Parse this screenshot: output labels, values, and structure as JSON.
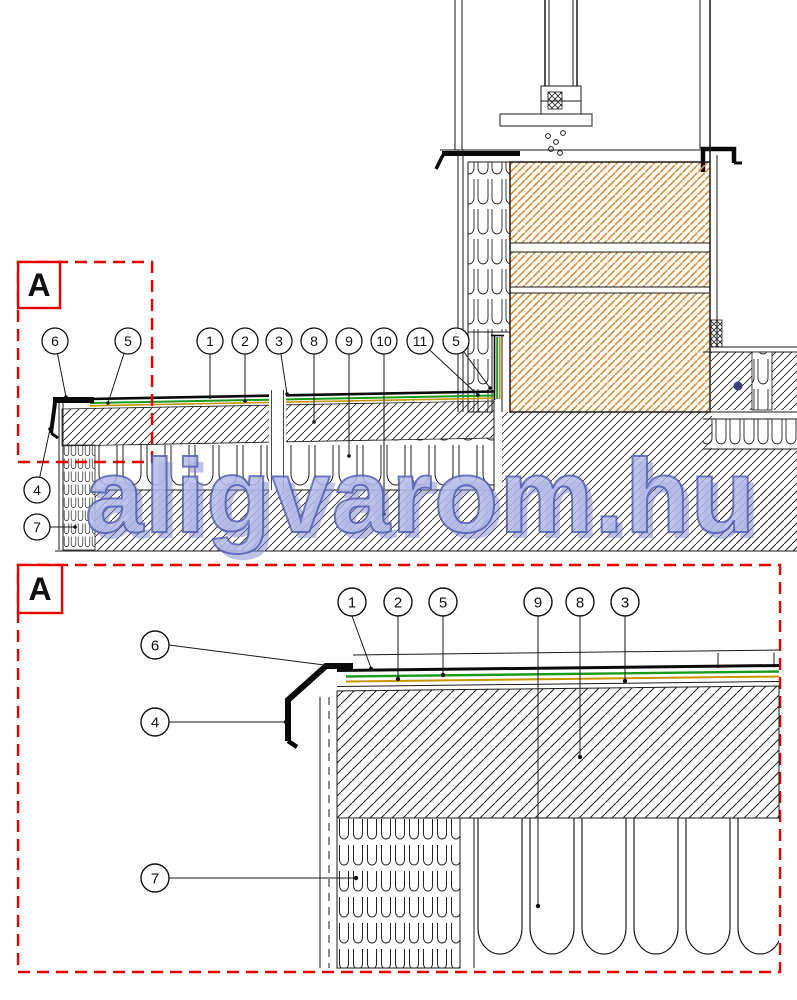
{
  "watermark": {
    "text": "aligvarom.hu"
  },
  "colors": {
    "detail_marker_red": "#e80000",
    "masonry_hatch_orange": "#de9243",
    "membrane_green": "#1a9c1a",
    "membrane_ochre": "#c89600",
    "watermark_blue": "#8a93d6"
  },
  "top_section": {
    "marker_label": "A",
    "callouts_row": [
      "6",
      "5",
      "1",
      "2",
      "3",
      "8",
      "9",
      "10",
      "11",
      "5"
    ],
    "callouts_left": [
      "4",
      "7"
    ]
  },
  "detail_a": {
    "marker_label": "A",
    "callouts_row": [
      "1",
      "2",
      "5",
      "9",
      "8",
      "3"
    ],
    "callouts_left": [
      "6",
      "4",
      "7"
    ]
  }
}
